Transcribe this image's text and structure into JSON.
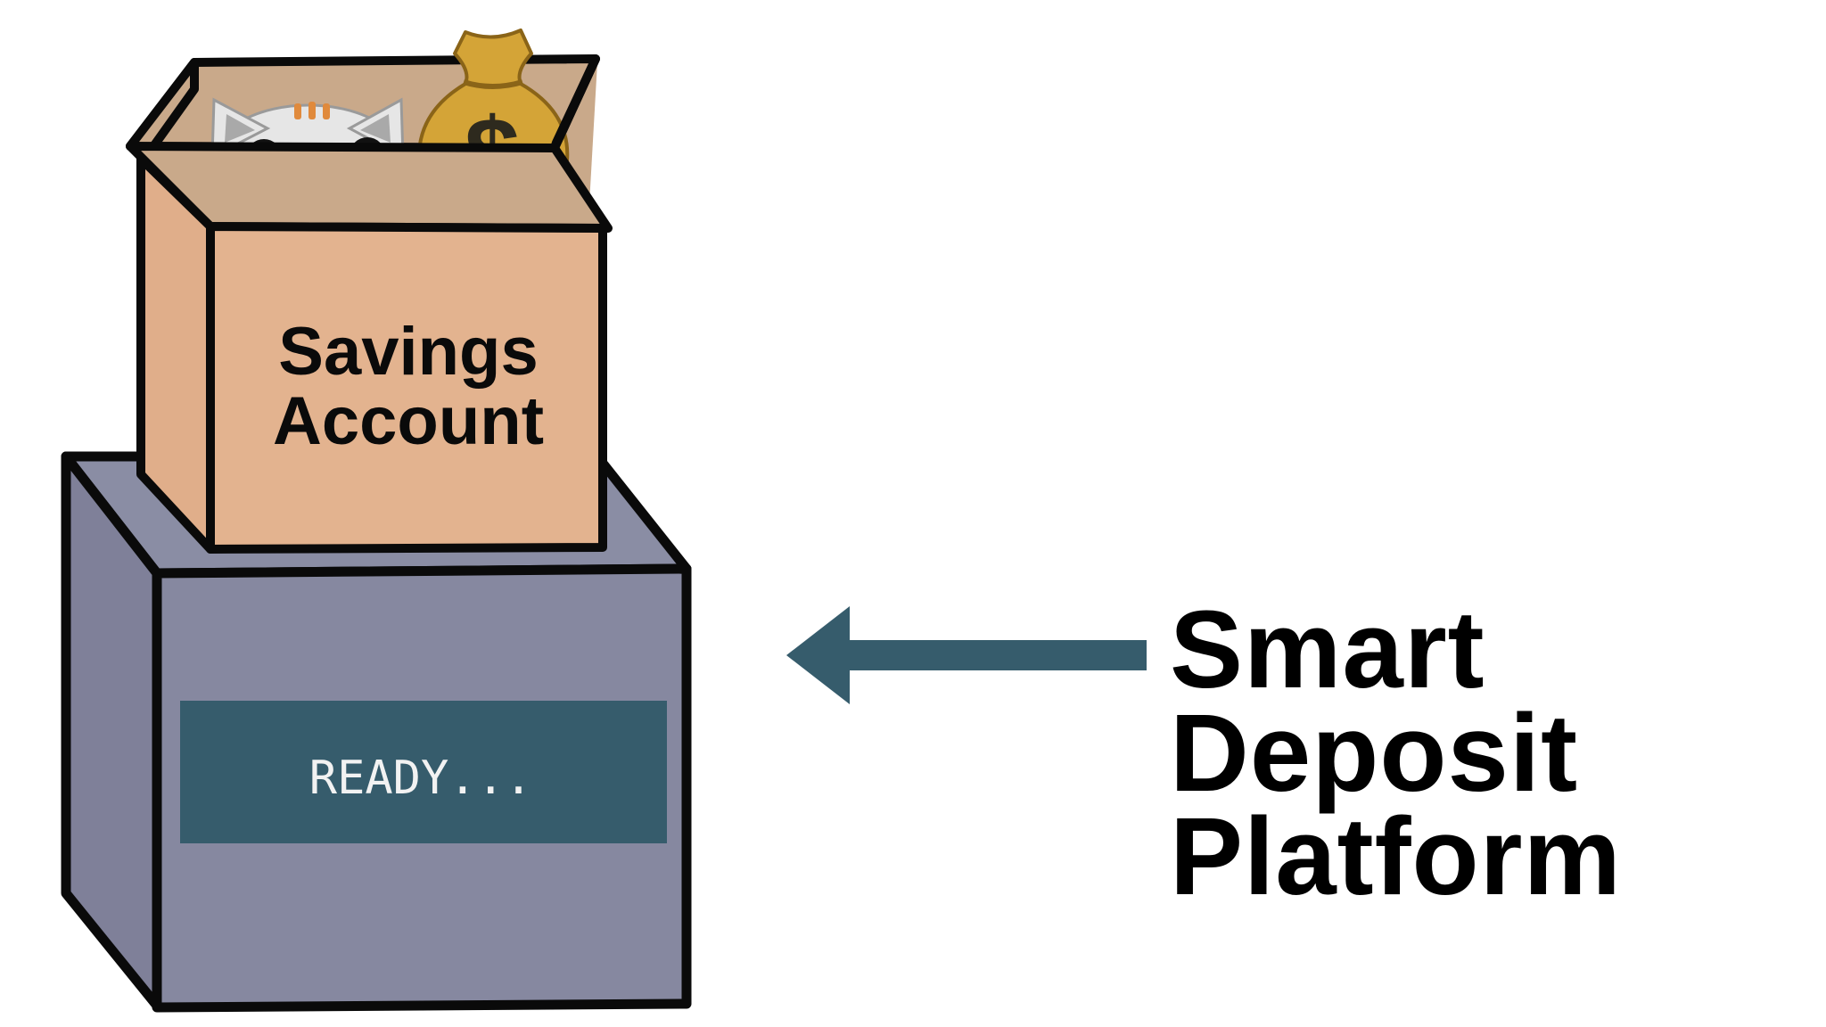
{
  "upper_box": {
    "label_line1": "Savings",
    "label_line2": "Account",
    "contents": {
      "pet": "cat-icon",
      "money": "money-bag-icon",
      "money_symbol": "$"
    }
  },
  "lower_box": {
    "status_text": "READY..."
  },
  "arrow": {
    "direction": "left",
    "icon": "left-arrow-icon"
  },
  "title": {
    "line1": "Smart",
    "line2": "Deposit",
    "line3": "Platform"
  },
  "colors": {
    "cardboard_front": "#E3B38F",
    "cardboard_side": "#E0AE8A",
    "cardboard_lid": "#C9A98A",
    "platform_front": "#8688A0",
    "platform_side": "#7F8099",
    "platform_top": "#8A8DA4",
    "teal": "#365C6C",
    "outline": "#0A0A0A"
  }
}
